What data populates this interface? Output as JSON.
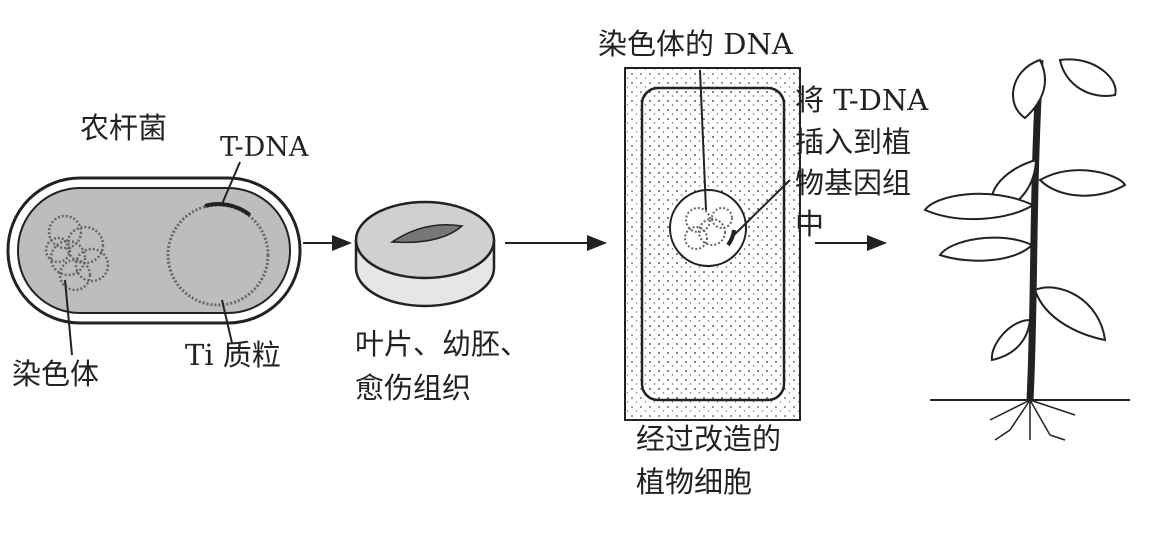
{
  "labels": {
    "agrobacterium": "农杆菌",
    "t_dna": "T-DNA",
    "chromosome": "染色体",
    "ti_plasmid": "Ti 质粒",
    "explant_line1": "叶片、幼胚、",
    "explant_line2": "愈伤组织",
    "chromosome_dna": "染色体的 DNA",
    "insert_line1": "将 T-DNA",
    "insert_line2": "插入到植",
    "insert_line3": "物基因组",
    "insert_line4": "中",
    "modified_line1": "经过改造的",
    "modified_line2": "植物细胞"
  },
  "colors": {
    "ink": "#222222",
    "fill": "#bdbdbd"
  }
}
